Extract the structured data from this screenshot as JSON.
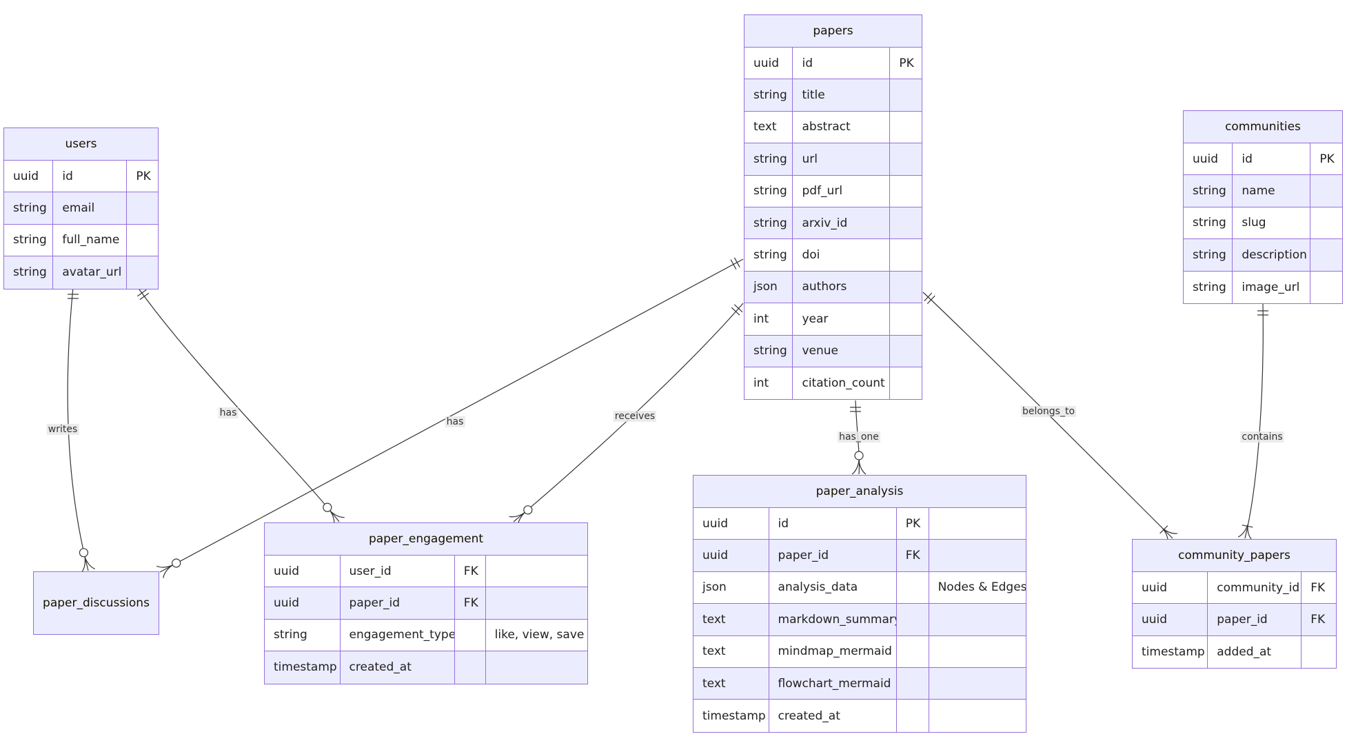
{
  "entities": {
    "papers": {
      "name": "papers",
      "attributes": [
        {
          "type": "uuid",
          "name": "id",
          "key": "PK",
          "comment": ""
        },
        {
          "type": "string",
          "name": "title",
          "key": "",
          "comment": ""
        },
        {
          "type": "text",
          "name": "abstract",
          "key": "",
          "comment": ""
        },
        {
          "type": "string",
          "name": "url",
          "key": "",
          "comment": ""
        },
        {
          "type": "string",
          "name": "pdf_url",
          "key": "",
          "comment": ""
        },
        {
          "type": "string",
          "name": "arxiv_id",
          "key": "",
          "comment": ""
        },
        {
          "type": "string",
          "name": "doi",
          "key": "",
          "comment": ""
        },
        {
          "type": "json",
          "name": "authors",
          "key": "",
          "comment": ""
        },
        {
          "type": "int",
          "name": "year",
          "key": "",
          "comment": ""
        },
        {
          "type": "string",
          "name": "venue",
          "key": "",
          "comment": ""
        },
        {
          "type": "int",
          "name": "citation_count",
          "key": "",
          "comment": ""
        }
      ]
    },
    "users": {
      "name": "users",
      "attributes": [
        {
          "type": "uuid",
          "name": "id",
          "key": "PK",
          "comment": ""
        },
        {
          "type": "string",
          "name": "email",
          "key": "",
          "comment": ""
        },
        {
          "type": "string",
          "name": "full_name",
          "key": "",
          "comment": ""
        },
        {
          "type": "string",
          "name": "avatar_url",
          "key": "",
          "comment": ""
        }
      ]
    },
    "communities": {
      "name": "communities",
      "attributes": [
        {
          "type": "uuid",
          "name": "id",
          "key": "PK",
          "comment": ""
        },
        {
          "type": "string",
          "name": "name",
          "key": "",
          "comment": ""
        },
        {
          "type": "string",
          "name": "slug",
          "key": "",
          "comment": ""
        },
        {
          "type": "string",
          "name": "description",
          "key": "",
          "comment": ""
        },
        {
          "type": "string",
          "name": "image_url",
          "key": "",
          "comment": ""
        }
      ]
    },
    "paper_analysis": {
      "name": "paper_analysis",
      "attributes": [
        {
          "type": "uuid",
          "name": "id",
          "key": "PK",
          "comment": ""
        },
        {
          "type": "uuid",
          "name": "paper_id",
          "key": "FK",
          "comment": ""
        },
        {
          "type": "json",
          "name": "analysis_data",
          "key": "",
          "comment": "Nodes & Edges"
        },
        {
          "type": "text",
          "name": "markdown_summary",
          "key": "",
          "comment": ""
        },
        {
          "type": "text",
          "name": "mindmap_mermaid",
          "key": "",
          "comment": ""
        },
        {
          "type": "text",
          "name": "flowchart_mermaid",
          "key": "",
          "comment": ""
        },
        {
          "type": "timestamp",
          "name": "created_at",
          "key": "",
          "comment": ""
        }
      ]
    },
    "paper_engagement": {
      "name": "paper_engagement",
      "attributes": [
        {
          "type": "uuid",
          "name": "user_id",
          "key": "FK",
          "comment": ""
        },
        {
          "type": "uuid",
          "name": "paper_id",
          "key": "FK",
          "comment": ""
        },
        {
          "type": "string",
          "name": "engagement_type",
          "key": "",
          "comment": "like, view, save"
        },
        {
          "type": "timestamp",
          "name": "created_at",
          "key": "",
          "comment": ""
        }
      ]
    },
    "community_papers": {
      "name": "community_papers",
      "attributes": [
        {
          "type": "uuid",
          "name": "community_id",
          "key": "FK",
          "comment": ""
        },
        {
          "type": "uuid",
          "name": "paper_id",
          "key": "FK",
          "comment": ""
        },
        {
          "type": "timestamp",
          "name": "added_at",
          "key": "",
          "comment": ""
        }
      ]
    },
    "paper_discussions": {
      "name": "paper_discussions",
      "attributes": []
    }
  },
  "relationships": [
    {
      "id": "users-writes",
      "from": "users",
      "to": "paper_discussions",
      "label": "writes"
    },
    {
      "id": "users-has",
      "from": "users",
      "to": "paper_engagement",
      "label": "has"
    },
    {
      "id": "papers-has",
      "from": "papers",
      "to": "paper_discussions",
      "label": "has"
    },
    {
      "id": "papers-receives",
      "from": "papers",
      "to": "paper_engagement",
      "label": "receives"
    },
    {
      "id": "papers-has-one",
      "from": "papers",
      "to": "paper_analysis",
      "label": "has_one"
    },
    {
      "id": "papers-belongs-to",
      "from": "papers",
      "to": "community_papers",
      "label": "belongs_to"
    },
    {
      "id": "communities-contains",
      "from": "communities",
      "to": "community_papers",
      "label": "contains"
    }
  ],
  "colors": {
    "border": "#9370DB",
    "header_bg": "#ECECFF",
    "row_alt_bg": "#ECECFF",
    "line": "#333333"
  }
}
